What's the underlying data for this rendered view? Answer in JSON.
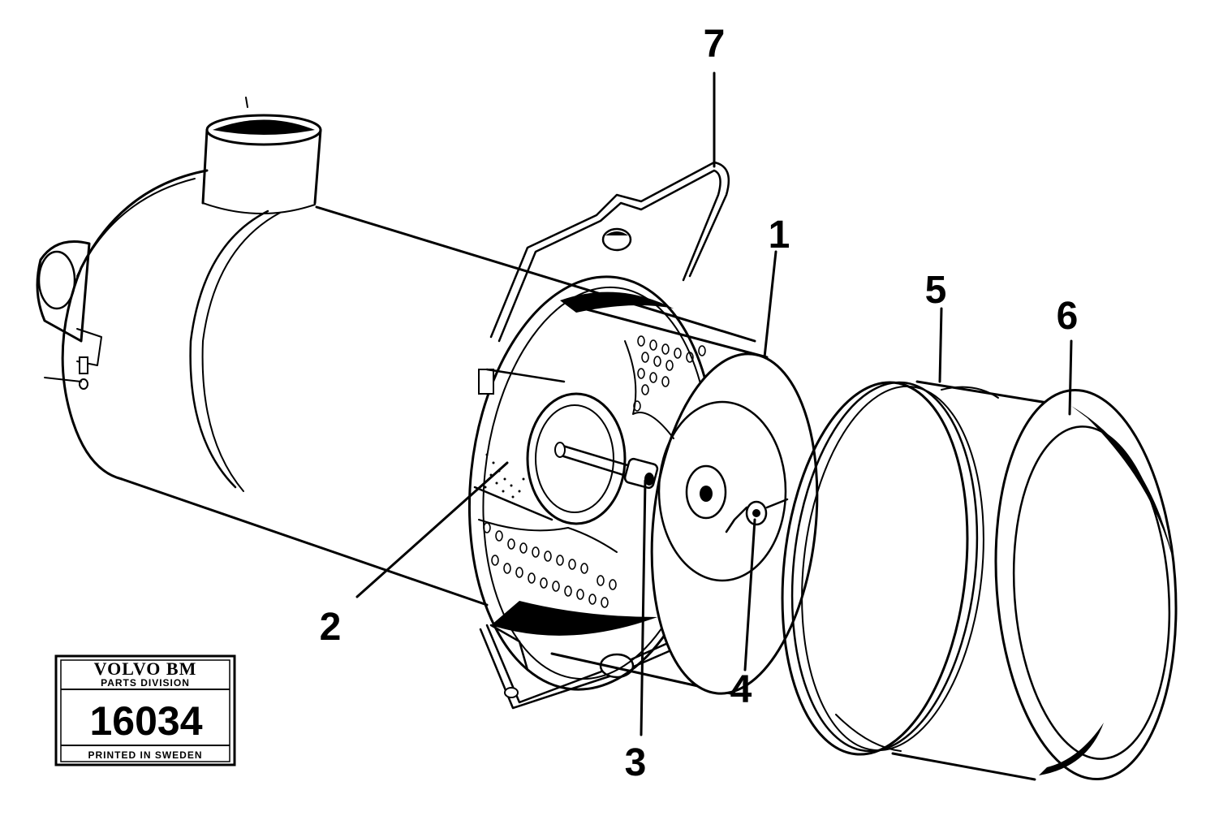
{
  "diagram": {
    "callouts": [
      {
        "id": "1",
        "label": "1"
      },
      {
        "id": "2",
        "label": "2"
      },
      {
        "id": "3",
        "label": "3"
      },
      {
        "id": "4",
        "label": "4"
      },
      {
        "id": "5",
        "label": "5"
      },
      {
        "id": "6",
        "label": "6"
      },
      {
        "id": "7",
        "label": "7"
      }
    ]
  },
  "plate": {
    "brand": "VOLVO BM",
    "division": "PARTS DIVISION",
    "number": "16034",
    "printed": "PRINTED IN SWEDEN"
  }
}
